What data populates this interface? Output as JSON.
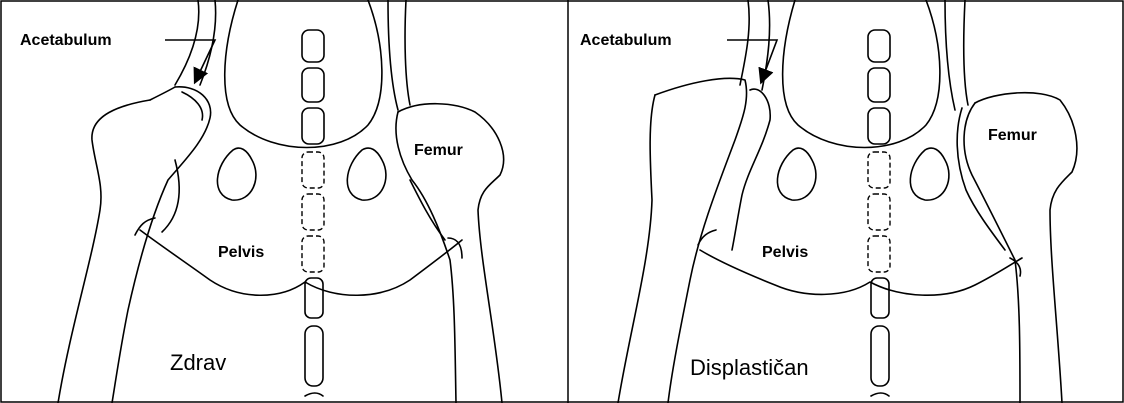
{
  "panels": [
    {
      "acetabulum_label": "Acetabulum",
      "femur_label": "Femur",
      "pelvis_label": "Pelvis",
      "caption": "Zdrav"
    },
    {
      "acetabulum_label": "Acetabulum",
      "femur_label": "Femur",
      "pelvis_label": "Pelvis",
      "caption": "Displastičan"
    }
  ]
}
